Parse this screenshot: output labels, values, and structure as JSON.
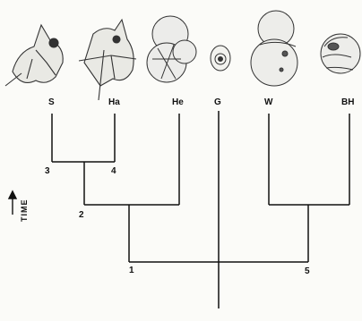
{
  "taxa": [
    {
      "id": "S",
      "label": "S"
    },
    {
      "id": "Ha",
      "label": "Ha"
    },
    {
      "id": "He",
      "label": "He"
    },
    {
      "id": "G",
      "label": "G"
    },
    {
      "id": "W",
      "label": "W"
    },
    {
      "id": "BH",
      "label": "BH"
    }
  ],
  "nodes": [
    {
      "id": "1",
      "label": "1"
    },
    {
      "id": "2",
      "label": "2"
    },
    {
      "id": "3",
      "label": "3"
    },
    {
      "id": "4",
      "label": "4"
    },
    {
      "id": "5",
      "label": "5"
    }
  ],
  "axis": {
    "label": "TIME"
  }
}
